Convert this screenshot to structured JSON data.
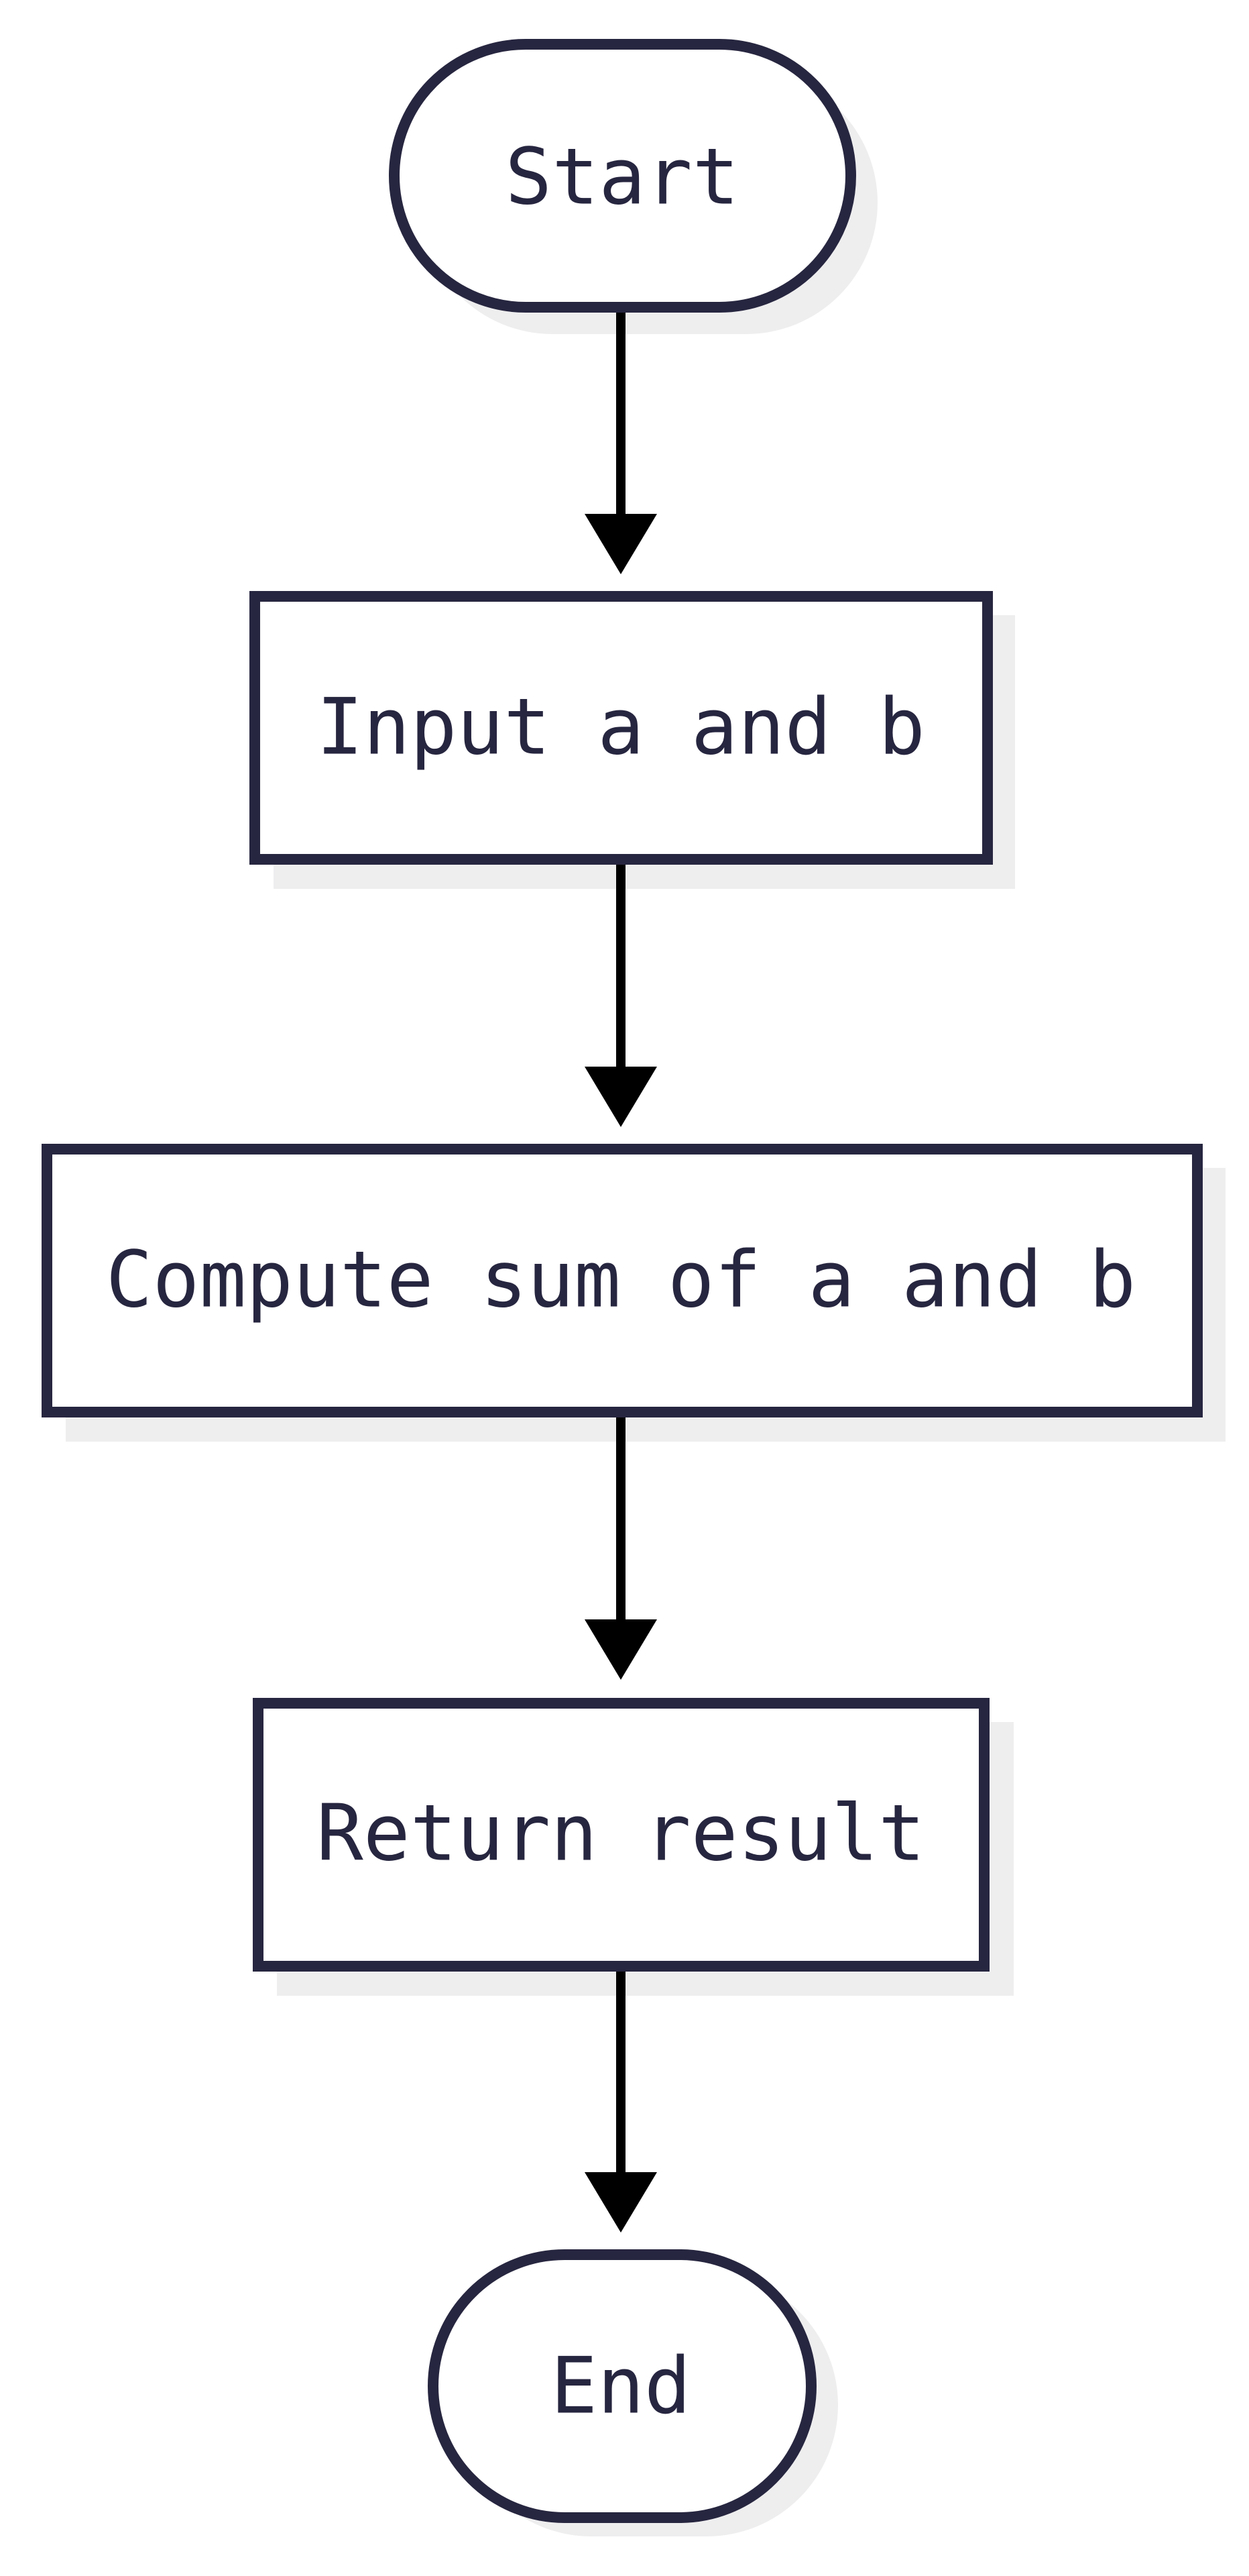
{
  "diagram": {
    "type": "flowchart",
    "colors": {
      "background": "#ffffff",
      "node_stroke": "#272640",
      "node_fill": "#ffffff",
      "text": "#272640",
      "shadow": "#eeeeef",
      "arrow": "#000000"
    },
    "nodes": {
      "start": {
        "shape": "terminator",
        "label": "Start"
      },
      "input": {
        "shape": "process",
        "label": "Input a and b"
      },
      "compute": {
        "shape": "process",
        "label": "Compute sum of a and b"
      },
      "return": {
        "shape": "process",
        "label": "Return result"
      },
      "end": {
        "shape": "terminator",
        "label": "End"
      }
    },
    "edges": [
      {
        "from": "Start",
        "to": "Input a and b"
      },
      {
        "from": "Input a and b",
        "to": "Compute sum of a and b"
      },
      {
        "from": "Compute sum of a and b",
        "to": "Return result"
      },
      {
        "from": "Return result",
        "to": "End"
      }
    ]
  }
}
